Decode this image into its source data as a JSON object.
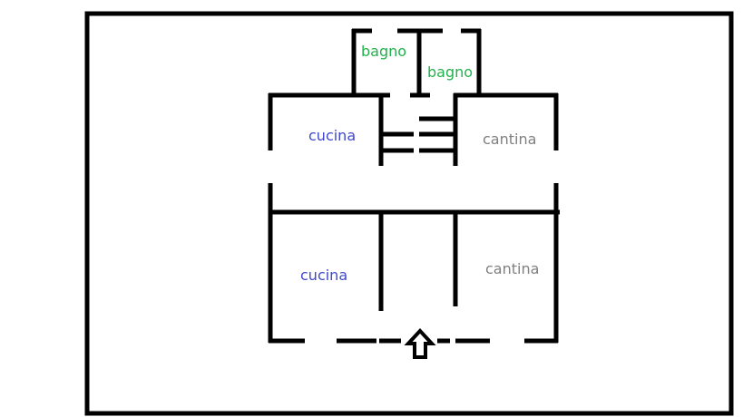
{
  "rooms": {
    "bagno_left": "bagno",
    "bagno_right": "bagno",
    "cucina_top": "cucina",
    "cantina_top": "cantina",
    "cucina_bottom": "cucina",
    "cantina_bottom": "cantina"
  },
  "colors": {
    "bagno": "#22b14c",
    "cucina": "#3f48cc",
    "cantina": "#7f7f7f",
    "walls": "#000000"
  },
  "icons": {
    "entrance": "up-arrow-icon"
  }
}
